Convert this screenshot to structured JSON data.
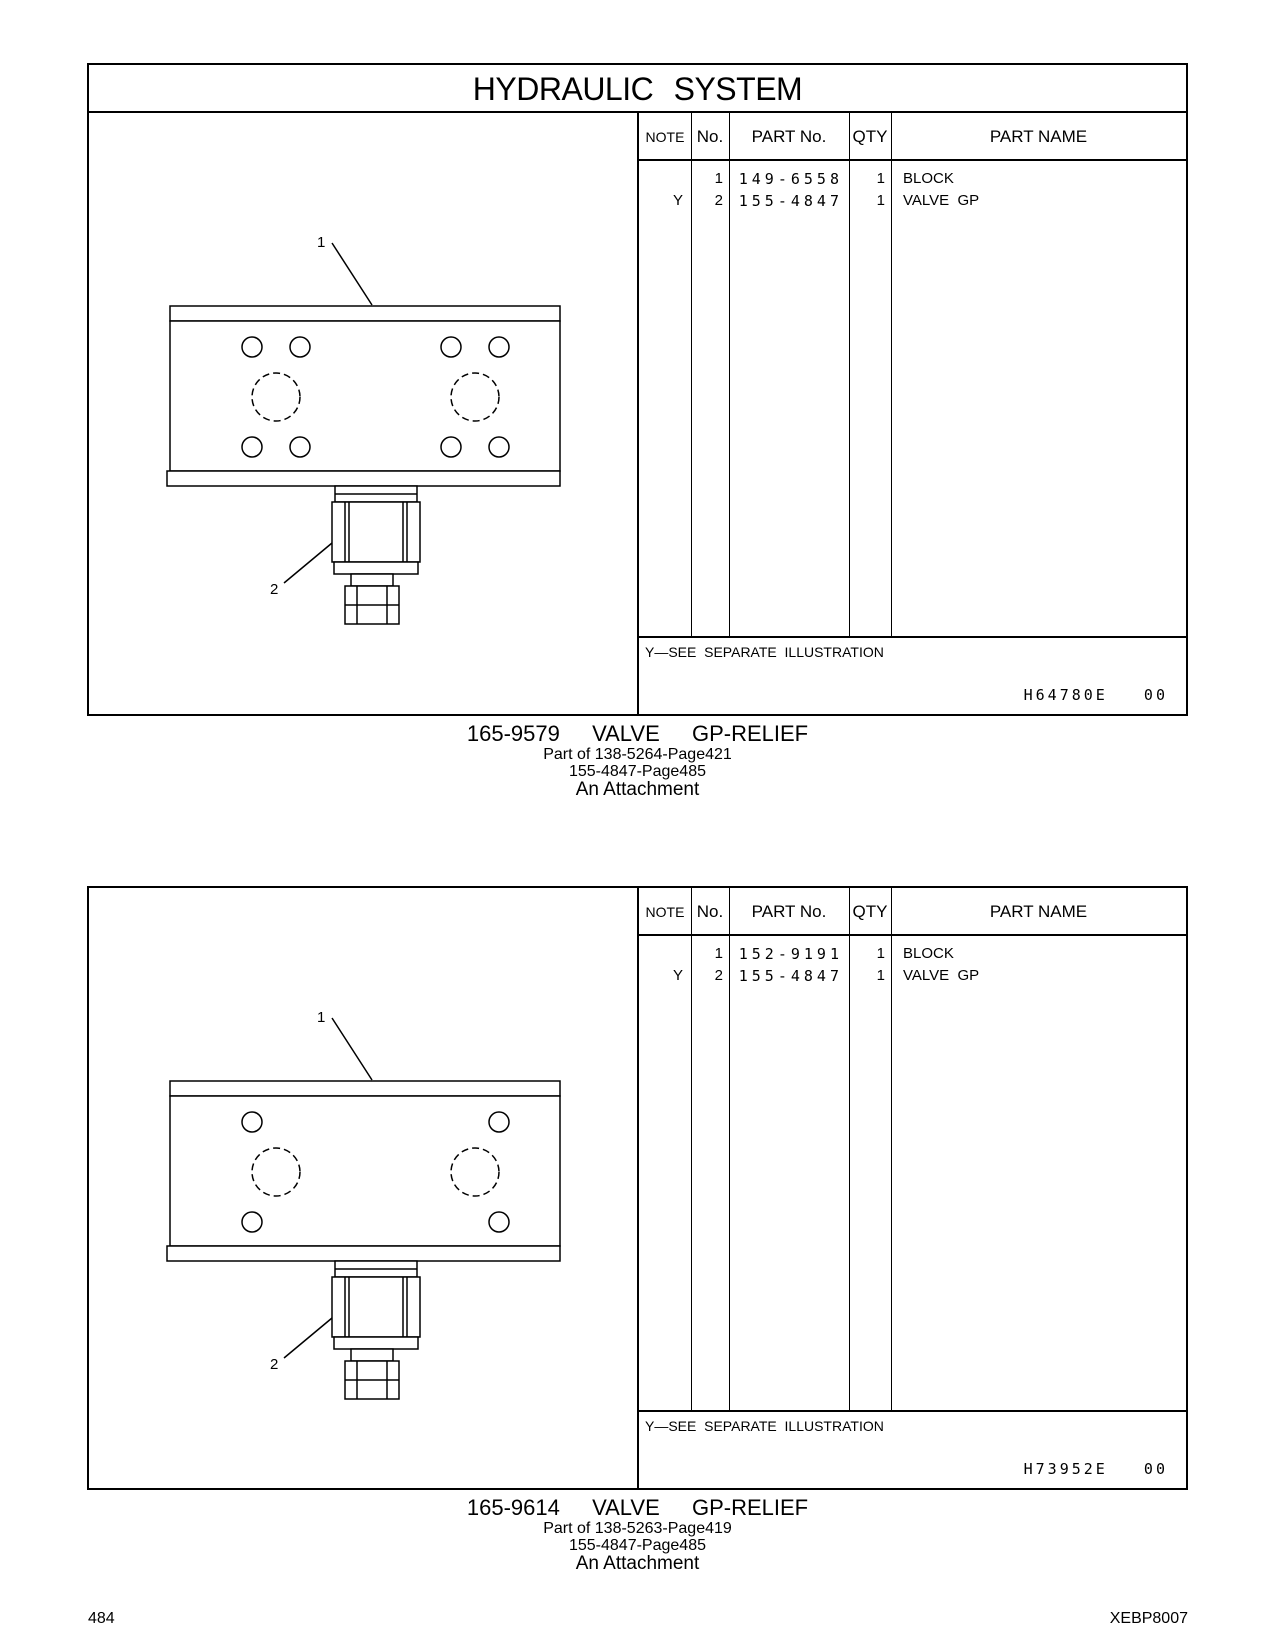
{
  "system_title": "HYDRAULIC   SYSTEM",
  "table_headers": {
    "note": "NOTE",
    "no": "No.",
    "part_no": "PART No.",
    "qty": "QTY",
    "part_name": "PART NAME"
  },
  "groups": [
    {
      "rows": [
        {
          "note": "",
          "no": "1",
          "part_no": "149-6558",
          "qty": "1",
          "part_name": "BLOCK"
        },
        {
          "note": "Y",
          "no": "2",
          "part_no": "155-4847",
          "qty": "1",
          "part_name": "VALVE  GP"
        }
      ],
      "legend": "Y—SEE  SEPARATE  ILLUSTRATION",
      "illustration_code": "H64780E   00",
      "callouts": [
        "1",
        "2"
      ],
      "caption": {
        "title": "165-9579  VALVE  GP-RELIEF",
        "part_of": "Part of 138-5264-Page421",
        "ref": "155-4847-Page485",
        "attachment": "An Attachment"
      }
    },
    {
      "rows": [
        {
          "note": "",
          "no": "1",
          "part_no": "152-9191",
          "qty": "1",
          "part_name": "BLOCK"
        },
        {
          "note": "Y",
          "no": "2",
          "part_no": "155-4847",
          "qty": "1",
          "part_name": "VALVE  GP"
        }
      ],
      "legend": "Y—SEE  SEPARATE  ILLUSTRATION",
      "illustration_code": "H73952E   00",
      "callouts": [
        "1",
        "2"
      ],
      "caption": {
        "title": "165-9614  VALVE  GP-RELIEF",
        "part_of": "Part of 138-5263-Page419",
        "ref": "155-4847-Page485",
        "attachment": "An Attachment"
      }
    }
  ],
  "footer": {
    "page_number": "484",
    "doc_id": "XEBP8007"
  }
}
